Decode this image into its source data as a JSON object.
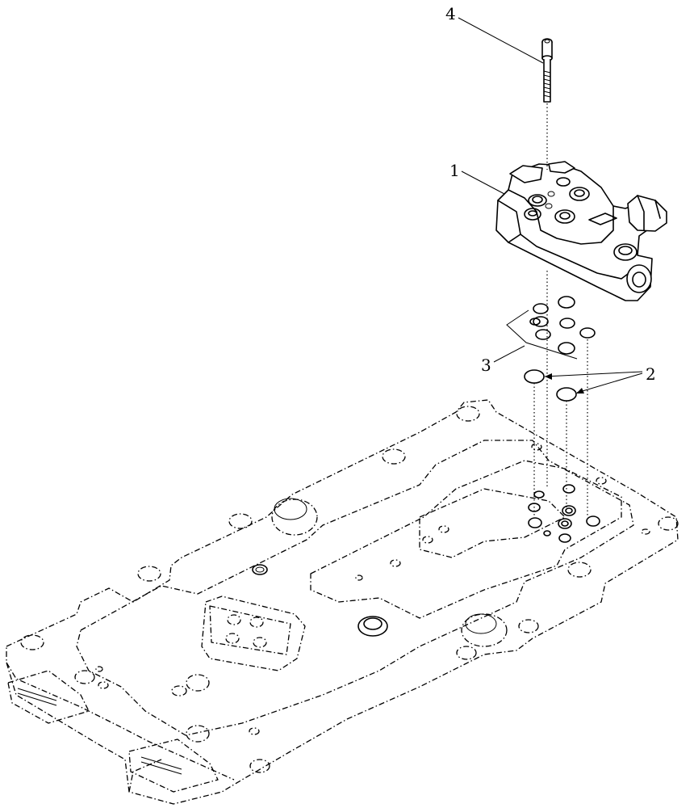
{
  "callouts": {
    "item_1": "1",
    "item_2": "2",
    "item_3": "3",
    "item_4": "4"
  }
}
